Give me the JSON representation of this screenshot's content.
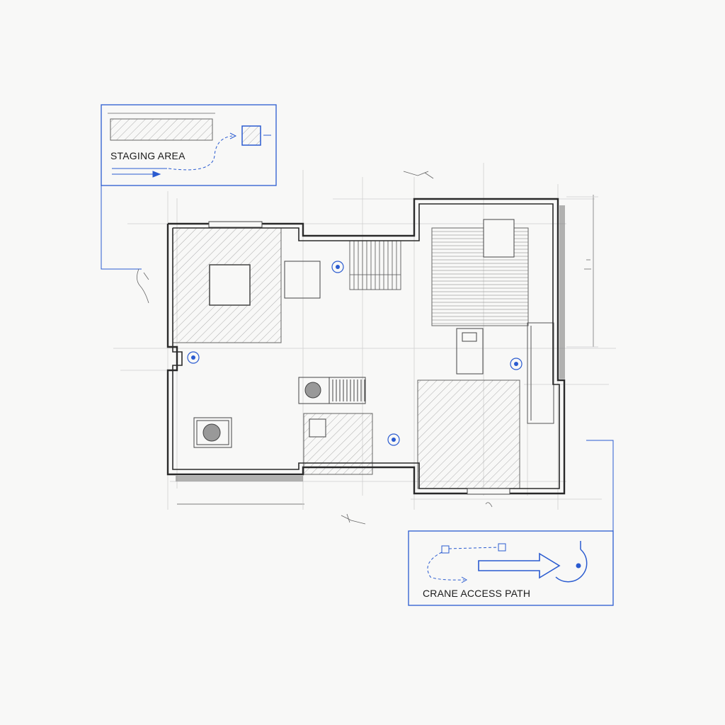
{
  "callouts": {
    "staging": {
      "label": "STAGING AREA"
    },
    "crane": {
      "label": "CRANE ACCESS PATH"
    }
  },
  "colors": {
    "paper": "#f8f8f7",
    "pencil": "#2a2a2a",
    "guide": "#c8c8c8",
    "accent_blue": "#2a5bd0"
  },
  "markers": [
    "survey-point",
    "survey-point",
    "survey-point",
    "survey-point"
  ]
}
